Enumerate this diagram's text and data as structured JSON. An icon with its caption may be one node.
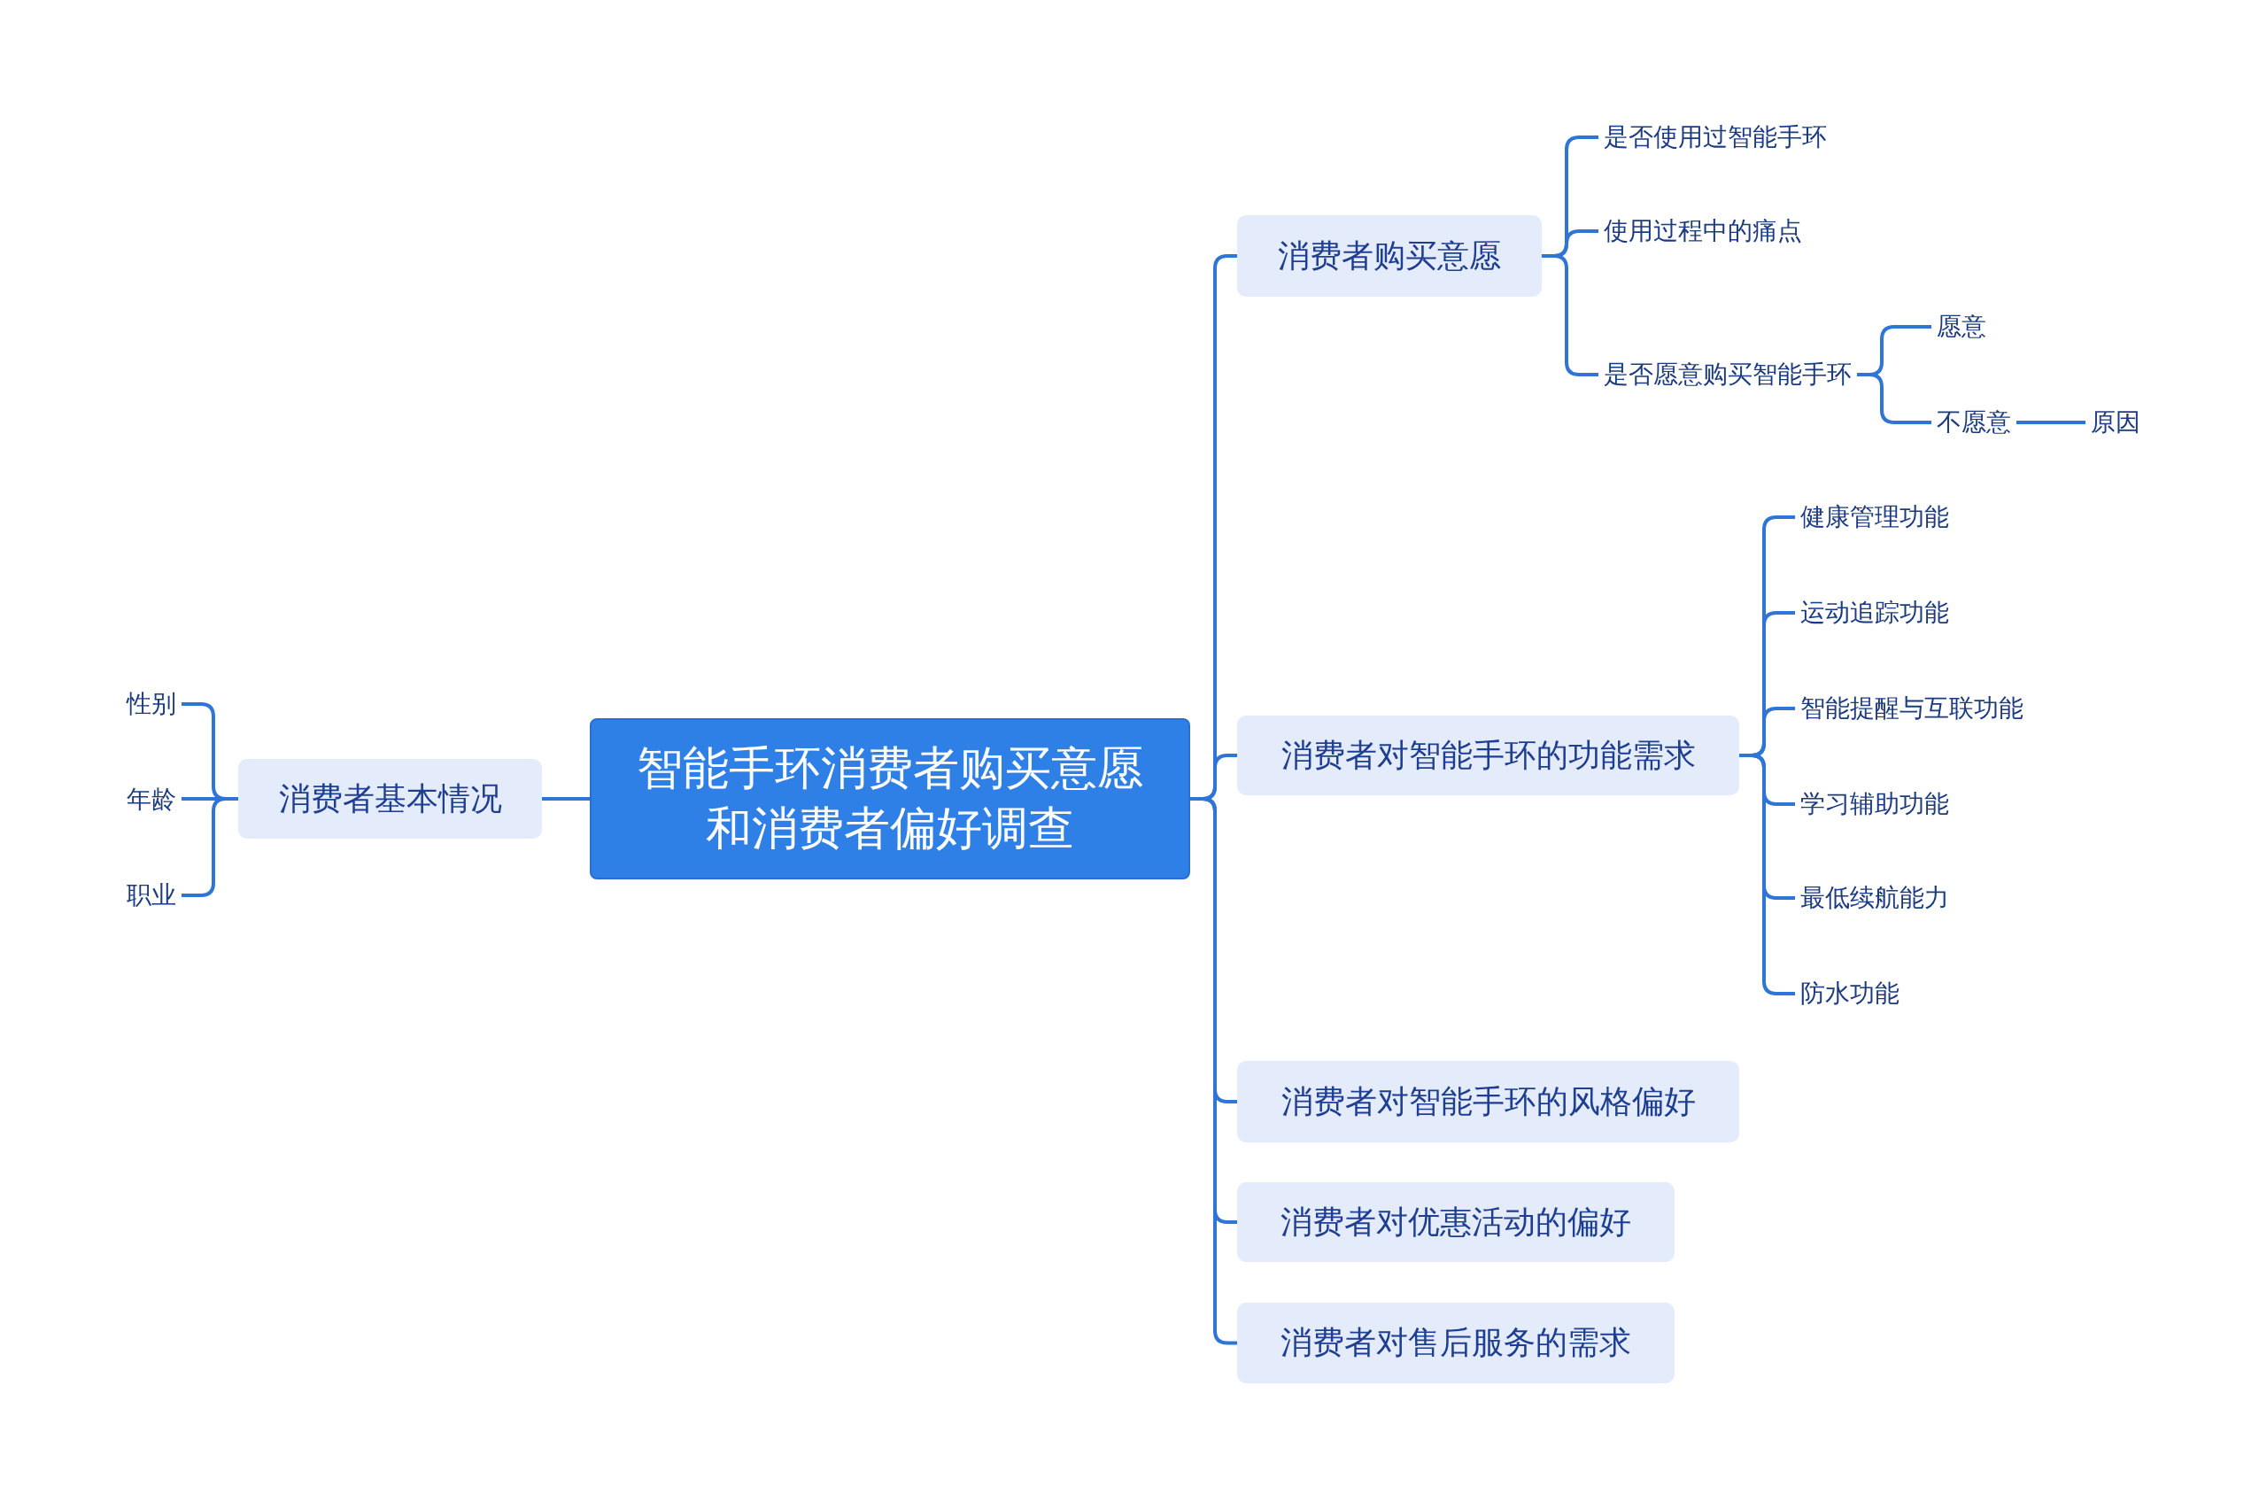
{
  "diagram": {
    "nodes": [
      {
        "text": [
          "智能手环消费者购买意愿和消费者偏好调查"
        ]
      },
      {
        "text": [
          "消费者基本情况"
        ]
      },
      {
        "text": [
          "性别"
        ]
      },
      {
        "text": [
          "年龄"
        ]
      },
      {
        "text": [
          "职业"
        ]
      },
      {
        "text": [
          "消费者购买意愿"
        ]
      },
      {
        "text": [
          "是否使用过智能手环"
        ]
      },
      {
        "text": [
          "使用过程中的痛点"
        ]
      },
      {
        "text": [
          "是否愿意购买智能手环"
        ]
      },
      {
        "text": [
          "愿意"
        ]
      },
      {
        "text": [
          "不愿意"
        ]
      },
      {
        "text": [
          "原因"
        ]
      },
      {
        "text": [
          "消费者对智能手环的功能需求"
        ]
      },
      {
        "text": [
          "健康管理功能"
        ]
      },
      {
        "text": [
          "运动追踪功能"
        ]
      },
      {
        "text": [
          "智能提醒与互联功能"
        ]
      },
      {
        "text": [
          "学习辅助功能"
        ]
      },
      {
        "text": [
          "最低续航能力"
        ]
      },
      {
        "text": [
          "防水功能"
        ]
      },
      {
        "text": [
          "消费者对智能手环的风格偏好"
        ]
      },
      {
        "text": [
          "消费者对优惠活动的偏好"
        ]
      },
      {
        "text": [
          "消费者对售后服务的需求"
        ]
      }
    ],
    "edges": [
      {
        "from": 0,
        "to": 1,
        "arrow": "none"
      },
      {
        "from": 1,
        "to": 2,
        "arrow": "none"
      },
      {
        "from": 1,
        "to": 3,
        "arrow": "none"
      },
      {
        "from": 1,
        "to": 4,
        "arrow": "none"
      },
      {
        "from": 0,
        "to": 5,
        "arrow": "none"
      },
      {
        "from": 5,
        "to": 6,
        "arrow": "none"
      },
      {
        "from": 5,
        "to": 7,
        "arrow": "none"
      },
      {
        "from": 5,
        "to": 8,
        "arrow": "none"
      },
      {
        "from": 8,
        "to": 9,
        "arrow": "none"
      },
      {
        "from": 8,
        "to": 10,
        "arrow": "none"
      },
      {
        "from": 10,
        "to": 11,
        "arrow": "none"
      },
      {
        "from": 0,
        "to": 12,
        "arrow": "none"
      },
      {
        "from": 12,
        "to": 13,
        "arrow": "none"
      },
      {
        "from": 12,
        "to": 14,
        "arrow": "none"
      },
      {
        "from": 12,
        "to": 15,
        "arrow": "none"
      },
      {
        "from": 12,
        "to": 16,
        "arrow": "none"
      },
      {
        "from": 12,
        "to": 17,
        "arrow": "none"
      },
      {
        "from": 12,
        "to": 18,
        "arrow": "none"
      },
      {
        "from": 0,
        "to": 19,
        "arrow": "none"
      },
      {
        "from": 0,
        "to": 20,
        "arrow": "none"
      },
      {
        "from": 0,
        "to": 21,
        "arrow": "none"
      }
    ]
  }
}
